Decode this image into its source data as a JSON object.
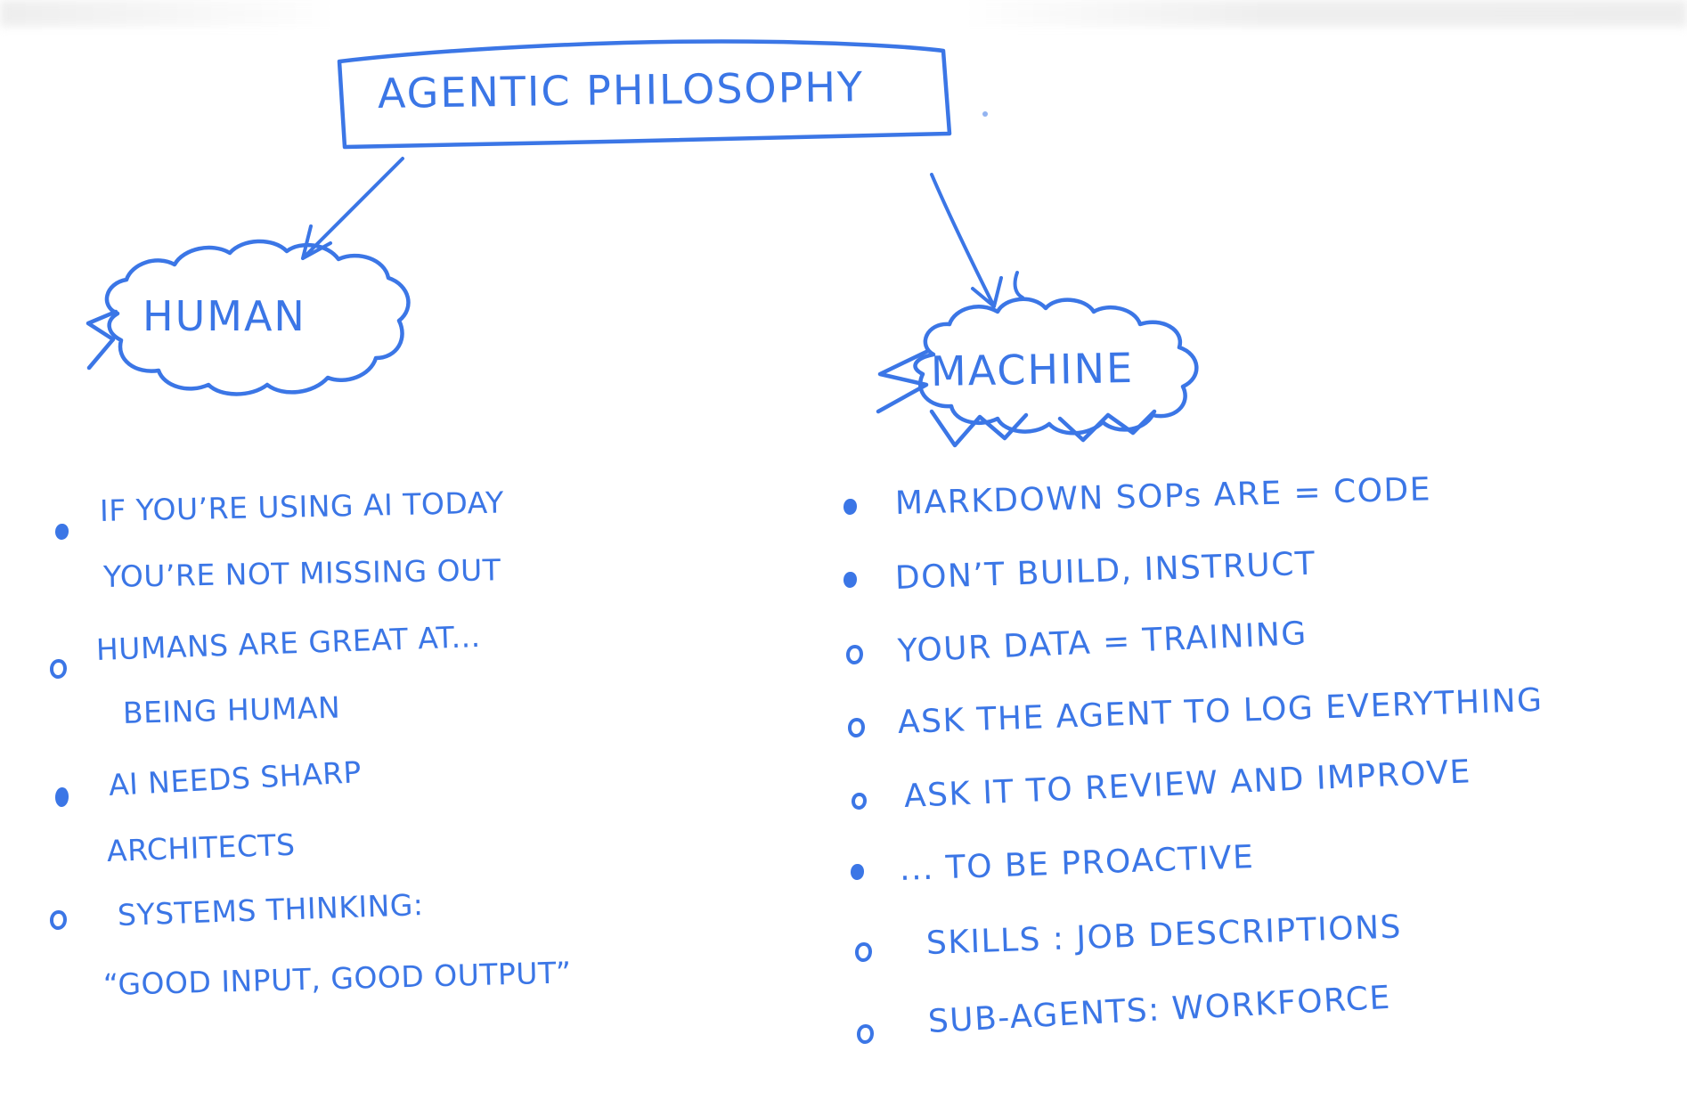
{
  "colors": {
    "ink": "#3b76e6"
  },
  "title": "AGENTIC PHILOSOPHY",
  "human": {
    "label": "HUMAN",
    "items": [
      {
        "lines": [
          "IF YOU’RE USING AI TODAY",
          "YOU’RE NOT MISSING OUT"
        ]
      },
      {
        "lines": [
          "HUMANS ARE GREAT AT...",
          "BEING HUMAN"
        ]
      },
      {
        "lines": [
          "AI NEEDS SHARP",
          "ARCHITECTS"
        ]
      },
      {
        "lines": [
          "SYSTEMS THINKING:",
          "“GOOD INPUT, GOOD OUTPUT”"
        ]
      }
    ]
  },
  "machine": {
    "label": "MACHINE",
    "items": [
      {
        "lines": [
          "MARKDOWN SOPs ARE = CODE"
        ]
      },
      {
        "lines": [
          "DON’T BUILD, INSTRUCT"
        ]
      },
      {
        "lines": [
          "YOUR DATA = TRAINING"
        ]
      },
      {
        "lines": [
          "ASK THE AGENT TO LOG EVERYTHING"
        ]
      },
      {
        "lines": [
          "ASK IT TO REVIEW AND IMPROVE"
        ]
      },
      {
        "lines": [
          "... TO BE PROACTIVE"
        ]
      },
      {
        "lines": [
          "SKILLS : JOB DESCRIPTIONS"
        ]
      },
      {
        "lines": [
          "SUB-AGENTS: WORKFORCE"
        ]
      }
    ]
  }
}
